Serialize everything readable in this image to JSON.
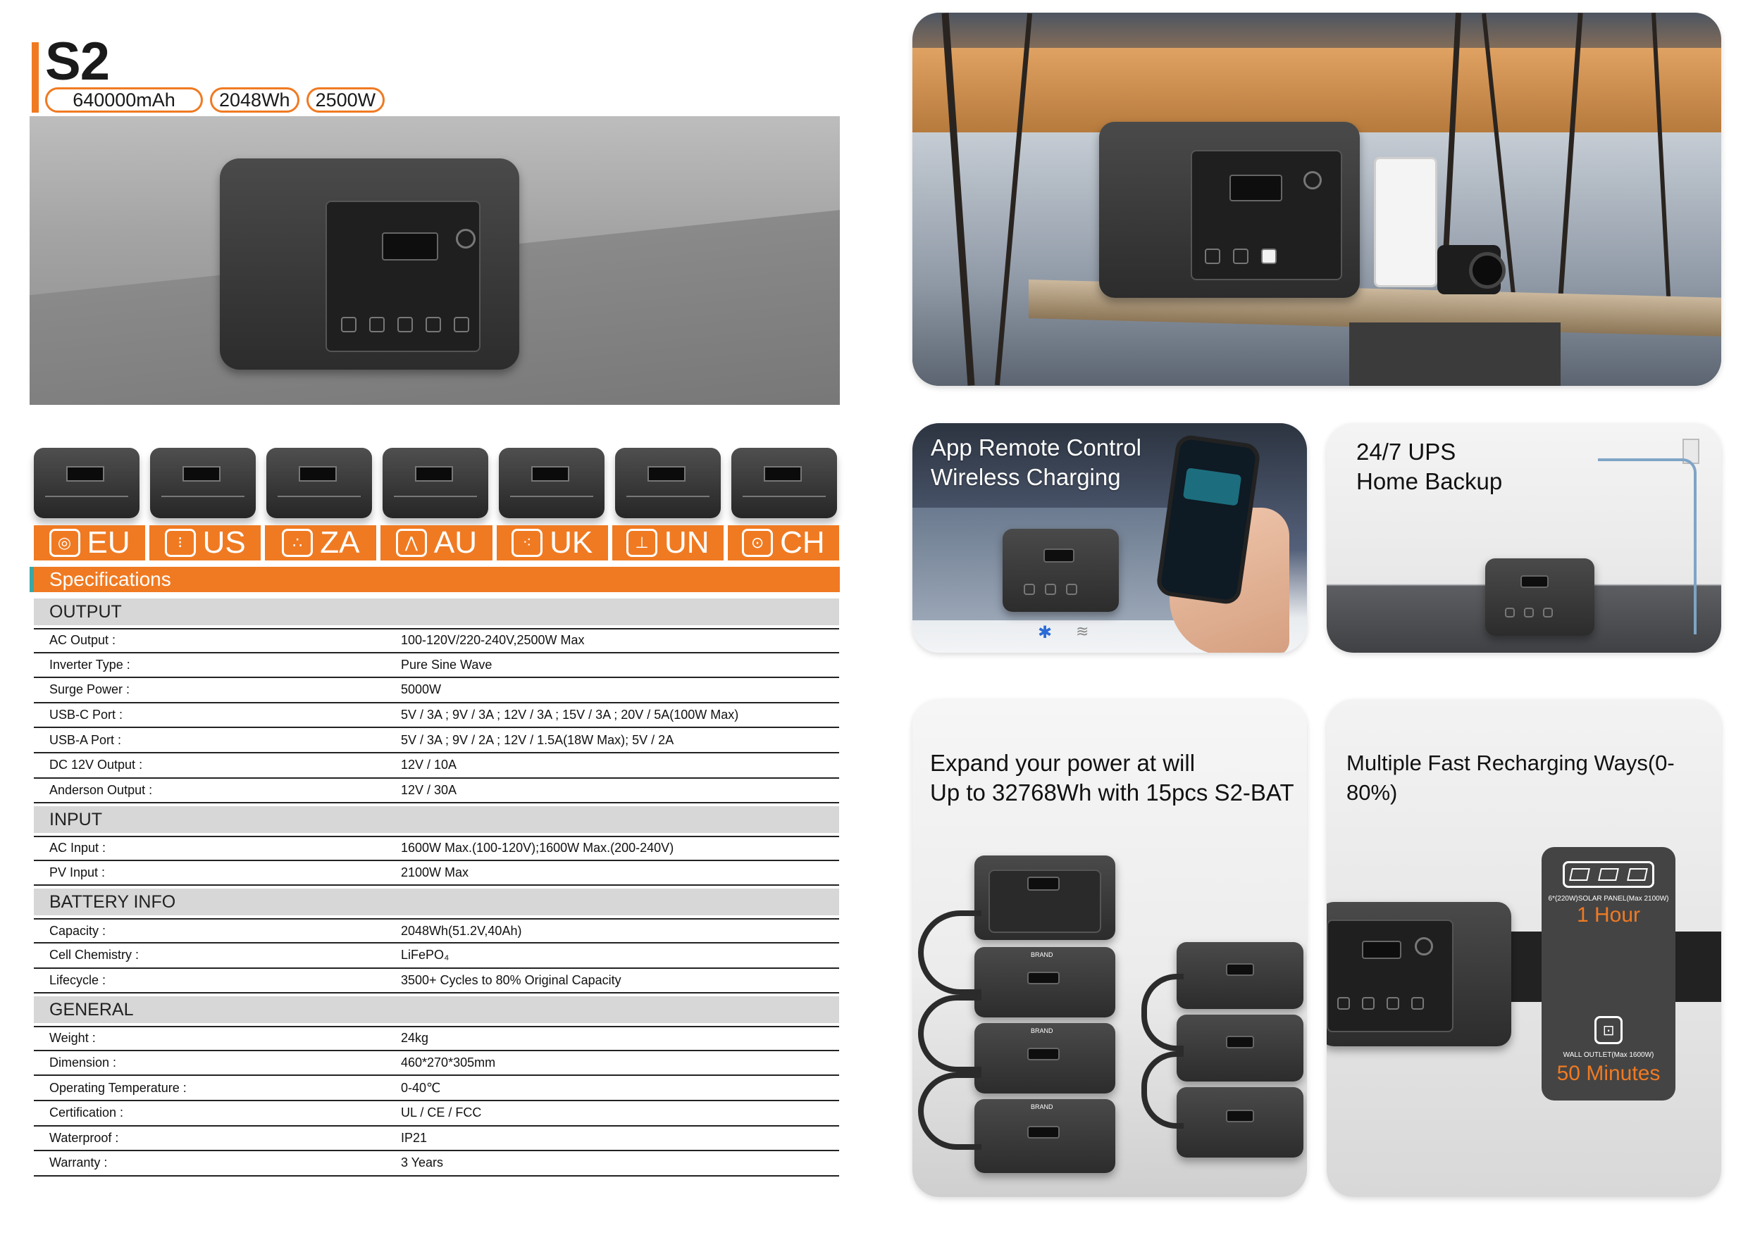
{
  "product": {
    "model": "S2",
    "badges": [
      "640000mAh",
      "2048Wh",
      "2500W"
    ]
  },
  "plugs": [
    {
      "icon": "eu-plug-icon",
      "glyph": "◎",
      "label": "EU"
    },
    {
      "icon": "us-plug-icon",
      "glyph": "⁝",
      "label": "US"
    },
    {
      "icon": "za-plug-icon",
      "glyph": "∴",
      "label": "ZA"
    },
    {
      "icon": "au-plug-icon",
      "glyph": "⋀",
      "label": "AU"
    },
    {
      "icon": "uk-plug-icon",
      "glyph": "⁖",
      "label": "UK"
    },
    {
      "icon": "un-plug-icon",
      "glyph": "⊥",
      "label": "UN"
    },
    {
      "icon": "ch-plug-icon",
      "glyph": "⊙",
      "label": "CH"
    }
  ],
  "specs": {
    "heading": "Specifications",
    "sections": [
      {
        "title": "OUTPUT",
        "rows": [
          {
            "k": "AC Output :",
            "v": "100-120V/220-240V,2500W Max"
          },
          {
            "k": "Inverter Type :",
            "v": "Pure Sine Wave"
          },
          {
            "k": "Surge Power :",
            "v": "5000W"
          },
          {
            "k": "USB-C Port :",
            "v": "5V / 3A ; 9V / 3A ; 12V / 3A ; 15V / 3A ; 20V / 5A(100W Max)"
          },
          {
            "k": "USB-A Port :",
            "v": "5V / 3A ; 9V / 2A ; 12V / 1.5A(18W Max); 5V / 2A"
          },
          {
            "k": "DC 12V Output :",
            "v": "12V / 10A"
          },
          {
            "k": "Anderson Output :",
            "v": "12V / 30A"
          }
        ]
      },
      {
        "title": "INPUT",
        "rows": [
          {
            "k": "AC Input :",
            "v": "1600W Max.(100-120V);1600W Max.(200-240V)"
          },
          {
            "k": "PV Input :",
            "v": "2100W Max"
          }
        ]
      },
      {
        "title": "BATTERY INFO",
        "rows": [
          {
            "k": "Capacity :",
            "v": "2048Wh(51.2V,40Ah)"
          },
          {
            "k": "Cell Chemistry :",
            "v": "LiFePO₄"
          },
          {
            "k": "Lifecycle :",
            "v": "3500+ Cycles to 80% Original Capacity"
          }
        ]
      },
      {
        "title": "GENERAL",
        "rows": [
          {
            "k": "Weight :",
            "v": "24kg"
          },
          {
            "k": "Dimension :",
            "v": "460*270*305mm"
          },
          {
            "k": "Operating Temperature :",
            "v": "0-40℃"
          },
          {
            "k": "Certification :",
            "v": "UL / CE / FCC"
          },
          {
            "k": "Waterproof :",
            "v": "IP21"
          },
          {
            "k": "Warranty :",
            "v": "3 Years"
          }
        ]
      }
    ]
  },
  "cards": {
    "app": {
      "line1": "App Remote Control",
      "line2": "Wireless Charging"
    },
    "ups": {
      "line1": "24/7 UPS",
      "line2": "Home Backup"
    },
    "expand": {
      "line1": "Expand your power at will",
      "line2": "Up to 32768Wh with 15pcs S2-BAT",
      "stack_brand": "BRAND"
    },
    "recharge": {
      "title": "Multiple Fast Recharging Ways(0-80%)",
      "solar_caption": "6*(220W)SOLAR PANEL(Max 2100W)",
      "solar_time": "1 Hour",
      "wall_caption": "WALL OUTLET(Max 1600W)",
      "wall_time": "50 Minutes"
    }
  },
  "colors": {
    "accent": "#f07a22",
    "section_gray": "#d7d7d7"
  }
}
